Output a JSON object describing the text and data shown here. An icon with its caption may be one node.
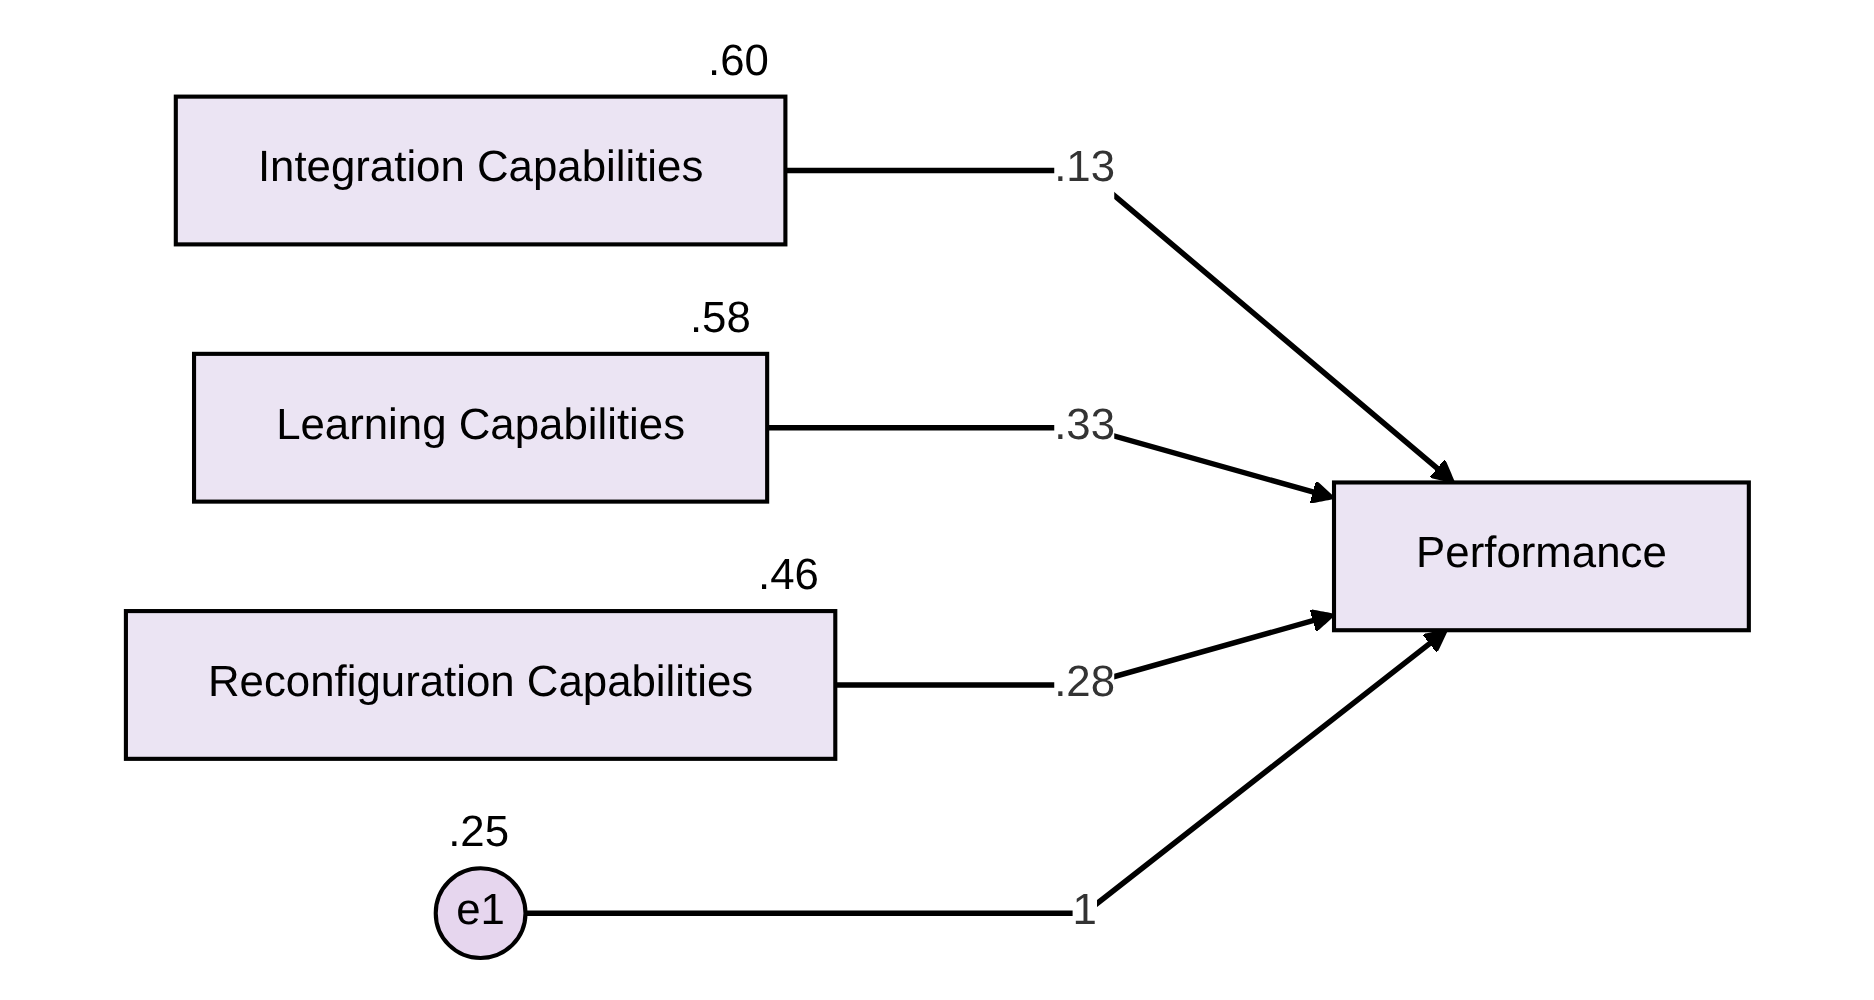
{
  "diagram": {
    "nodes": [
      {
        "text": [
          "Integration Capabilities"
        ],
        "beside": [
          ".60"
        ]
      },
      {
        "text": [
          "Learning Capabilities"
        ],
        "beside": [
          ".58"
        ]
      },
      {
        "text": [
          "Reconfiguration Capabilities"
        ],
        "beside": [
          ".46"
        ]
      },
      {
        "text": [
          "e1"
        ],
        "beside": [
          ".25"
        ]
      },
      {
        "text": [
          "Performance"
        ]
      }
    ],
    "edges": [
      {
        "from": 0,
        "to": 4,
        "arrow": "to",
        "label": ".13"
      },
      {
        "from": 1,
        "to": 4,
        "arrow": "to",
        "label": ".33"
      },
      {
        "from": 2,
        "to": 4,
        "arrow": "to",
        "label": ".28"
      },
      {
        "from": 3,
        "to": 4,
        "arrow": "to",
        "label": "1"
      }
    ]
  }
}
